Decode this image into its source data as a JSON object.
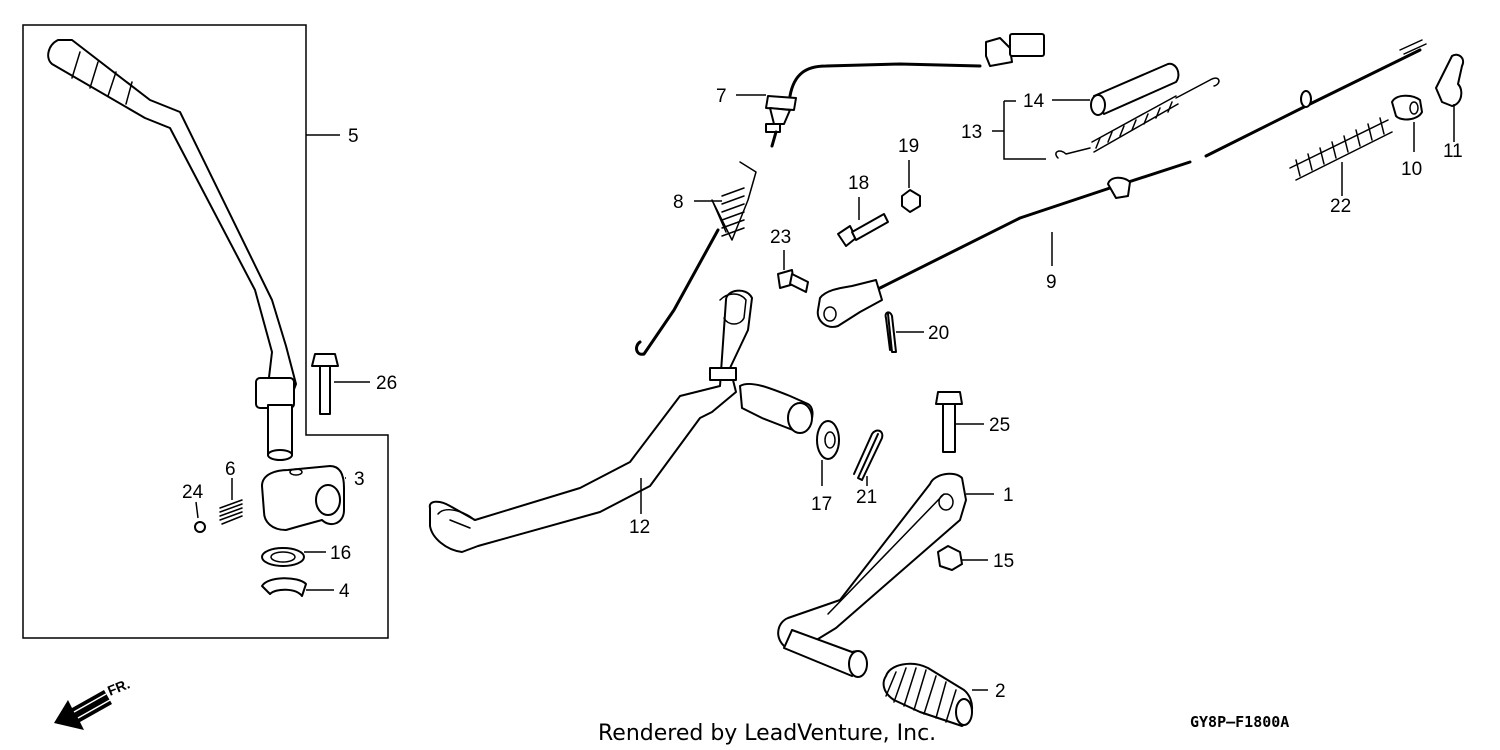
{
  "callouts": {
    "c1": "1",
    "c2": "2",
    "c3": "3",
    "c4": "4",
    "c5": "5",
    "c6": "6",
    "c7": "7",
    "c8": "8",
    "c9": "9",
    "c10": "10",
    "c11": "11",
    "c12": "12",
    "c13": "13",
    "c14": "14",
    "c15": "15",
    "c16": "16",
    "c17": "17",
    "c18": "18",
    "c19": "19",
    "c20": "20",
    "c21": "21",
    "c22": "22",
    "c23": "23",
    "c24": "24",
    "c25": "25",
    "c26": "26"
  },
  "direction_label": "FR.",
  "credit": "Rendered by LeadVenture, Inc.",
  "diagram_code": "GY8P–F1800A",
  "colors": {
    "ink": "#000000",
    "paper": "#ffffff"
  }
}
